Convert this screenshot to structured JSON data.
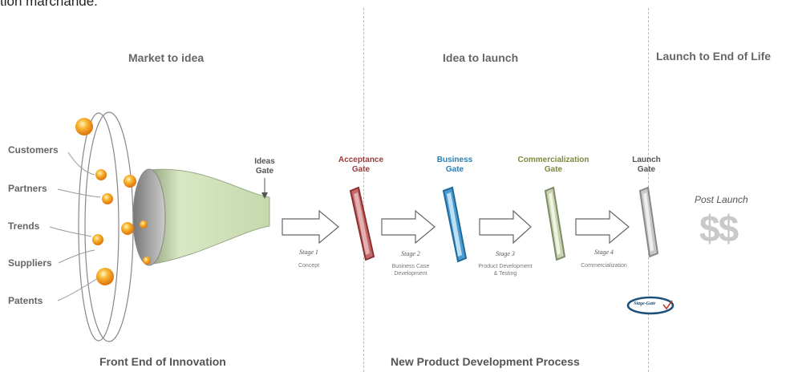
{
  "top_fragment": "tion marchande.",
  "sections": {
    "market_to_idea": "Market to idea",
    "idea_to_launch": "Idea to launch",
    "launch_to_end": "Launch to End of Life"
  },
  "footers": {
    "front_end": "Front End of Innovation",
    "npd": "New Product Development Process"
  },
  "sources": [
    "Customers",
    "Partners",
    "Trends",
    "Suppliers",
    "Patents"
  ],
  "gates": {
    "ideas": [
      "Ideas",
      "Gate"
    ],
    "acceptance": [
      "Acceptance",
      "Gate"
    ],
    "business": [
      "Business",
      "Gate"
    ],
    "commercialization": [
      "Commercialization",
      "Gate"
    ],
    "launch": [
      "Launch",
      "Gate"
    ]
  },
  "gate_colors": {
    "acceptance": "#9b3a3a",
    "business": "#2a7fb5",
    "commercialization": "#7a8a3a",
    "launch": "#777777",
    "funnel": "#cfe0b8",
    "bubble": "#f5a623"
  },
  "stages": [
    {
      "label": "Stage 1",
      "desc": [
        "Concept"
      ]
    },
    {
      "label": "Stage 2",
      "desc": [
        "Business Case",
        "Development"
      ]
    },
    {
      "label": "Stage 3",
      "desc": [
        "Product Development",
        "& Testing"
      ]
    },
    {
      "label": "Stage 4",
      "desc": [
        "Commercialization"
      ]
    }
  ],
  "post_launch": {
    "label": "Post Launch",
    "symbol": "$$"
  },
  "logo_text": "Stage-Gate"
}
